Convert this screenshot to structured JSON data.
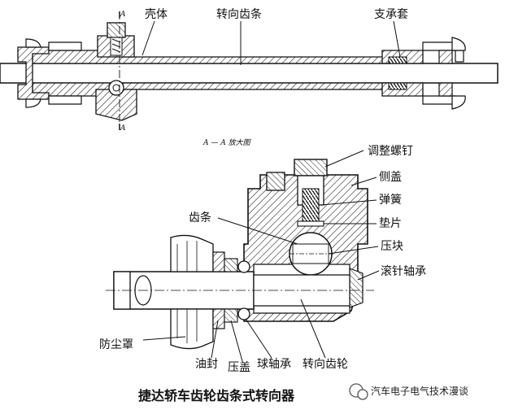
{
  "top_view": {
    "labels": {
      "housing": "壳体",
      "rack": "转向齿条",
      "support_sleeve": "支承套",
      "section_mark_top": "A",
      "section_mark_bottom": "A"
    }
  },
  "detail_view": {
    "title": "A — A 放大图",
    "labels": {
      "adjust_screw": "调整螺钉",
      "side_cover": "侧盖",
      "spring": "弹簧",
      "shim": "垫片",
      "rack": "齿条",
      "pressure_block": "压块",
      "needle_bearing": "滚针轴承",
      "dust_cover": "防尘罩",
      "oil_seal": "油封",
      "gland": "压盖",
      "ball_bearing": "球轴承",
      "pinion": "转向齿轮"
    }
  },
  "caption": "捷达轿车齿轮齿条式转向器",
  "watermark": {
    "text": "汽车电子电气技术漫谈"
  }
}
